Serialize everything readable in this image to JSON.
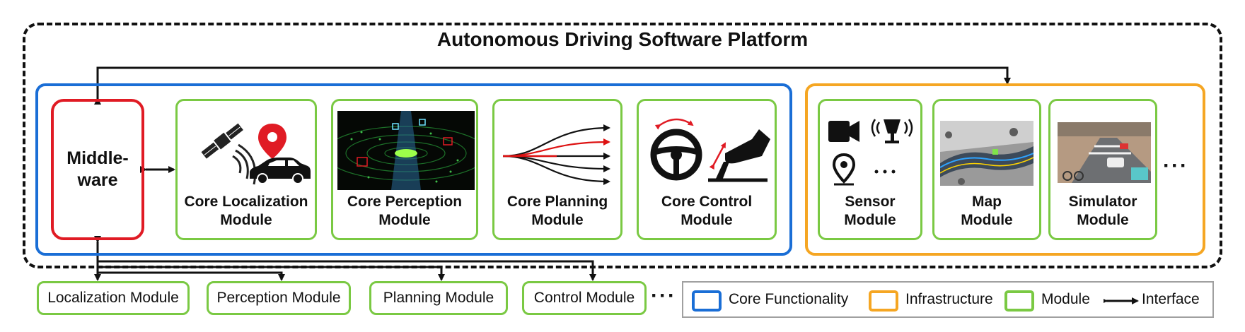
{
  "title": "Autonomous Driving Software Platform",
  "middleware": {
    "label_line1": "Middle-",
    "label_line2": "ware"
  },
  "core_modules": [
    {
      "line1": "Core Localization",
      "line2": "Module"
    },
    {
      "line1": "Core Perception",
      "line2": "Module"
    },
    {
      "line1": "Core Planning",
      "line2": "Module"
    },
    {
      "line1": "Core Control",
      "line2": "Module"
    }
  ],
  "infra_modules": [
    {
      "line1": "Sensor",
      "line2": "Module"
    },
    {
      "line1": "Map",
      "line2": "Module"
    },
    {
      "line1": "Simulator",
      "line2": "Module"
    }
  ],
  "bottom_modules": [
    "Localization Module",
    "Perception Module",
    "Planning Module",
    "Control Module"
  ],
  "ellipsis": "···",
  "legend": {
    "core": "Core Functionality",
    "infra": "Infrastructure",
    "module": "Module",
    "interface": "Interface"
  },
  "colors": {
    "core": "#1a6ed6",
    "infra": "#f5a623",
    "module": "#7ac943",
    "middleware": "#e01b24"
  },
  "icons": [
    "satellite-icon",
    "signal-waves-icon",
    "location-pin-icon",
    "car-icon",
    "lidar-point-cloud-image",
    "trajectory-paths-icon",
    "steering-wheel-icon",
    "pedal-foot-icon",
    "camera-icon",
    "radar-icon",
    "map-3d-image",
    "simulator-scene-image"
  ]
}
